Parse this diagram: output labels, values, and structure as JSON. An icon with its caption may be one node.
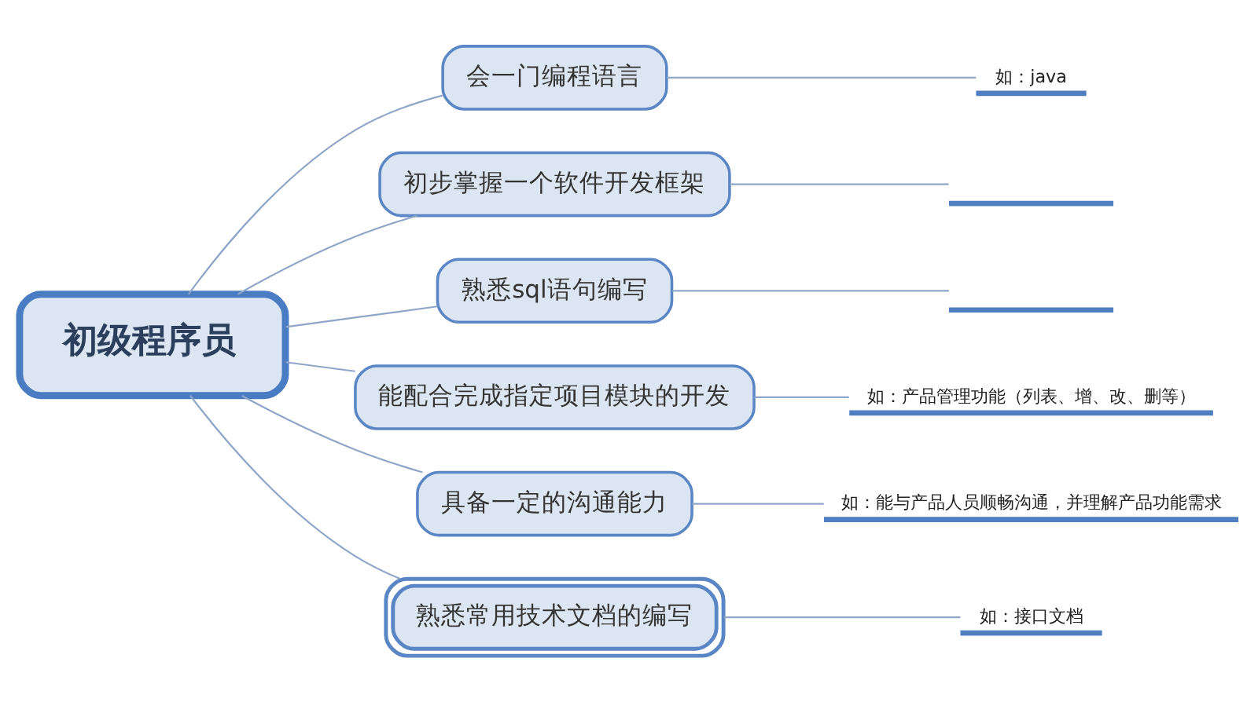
{
  "diagram": {
    "nodes": [
      {
        "text": [
          "初级程序员"
        ]
      },
      {
        "text": [
          "会一门编程语言"
        ]
      },
      {
        "text": [
          "如：java"
        ]
      },
      {
        "text": [
          "初步掌握一个软件开发框架"
        ]
      },
      {
        "text": [],
        "shape": "underline"
      },
      {
        "text": [
          "熟悉sql语句编写"
        ]
      },
      {
        "text": [],
        "shape": "underline"
      },
      {
        "text": [
          "能配合完成指定项目模块的开发"
        ]
      },
      {
        "text": [
          "如：产品管理功能（列表、增、改、删等）"
        ]
      },
      {
        "text": [
          "具备一定的沟通能力"
        ]
      },
      {
        "text": [
          "如：能与产品人员顺畅沟通，并理解产品功能需求"
        ]
      },
      {
        "text": [
          "熟悉常用技术文档的编写"
        ]
      },
      {
        "text": [
          "如：接口文档"
        ]
      }
    ],
    "edges": [
      {
        "from": 0,
        "to": 1,
        "arrow": "none"
      },
      {
        "from": 1,
        "to": 2,
        "arrow": "none"
      },
      {
        "from": 0,
        "to": 3,
        "arrow": "none"
      },
      {
        "from": 3,
        "to": 4,
        "arrow": "none"
      },
      {
        "from": 0,
        "to": 5,
        "arrow": "none"
      },
      {
        "from": 5,
        "to": 6,
        "arrow": "none"
      },
      {
        "from": 0,
        "to": 7,
        "arrow": "none"
      },
      {
        "from": 7,
        "to": 8,
        "arrow": "none"
      },
      {
        "from": 0,
        "to": 9,
        "arrow": "none"
      },
      {
        "from": 9,
        "to": 10,
        "arrow": "none"
      },
      {
        "from": 0,
        "to": 11,
        "arrow": "none"
      },
      {
        "from": 11,
        "to": 12,
        "arrow": "none"
      }
    ]
  }
}
